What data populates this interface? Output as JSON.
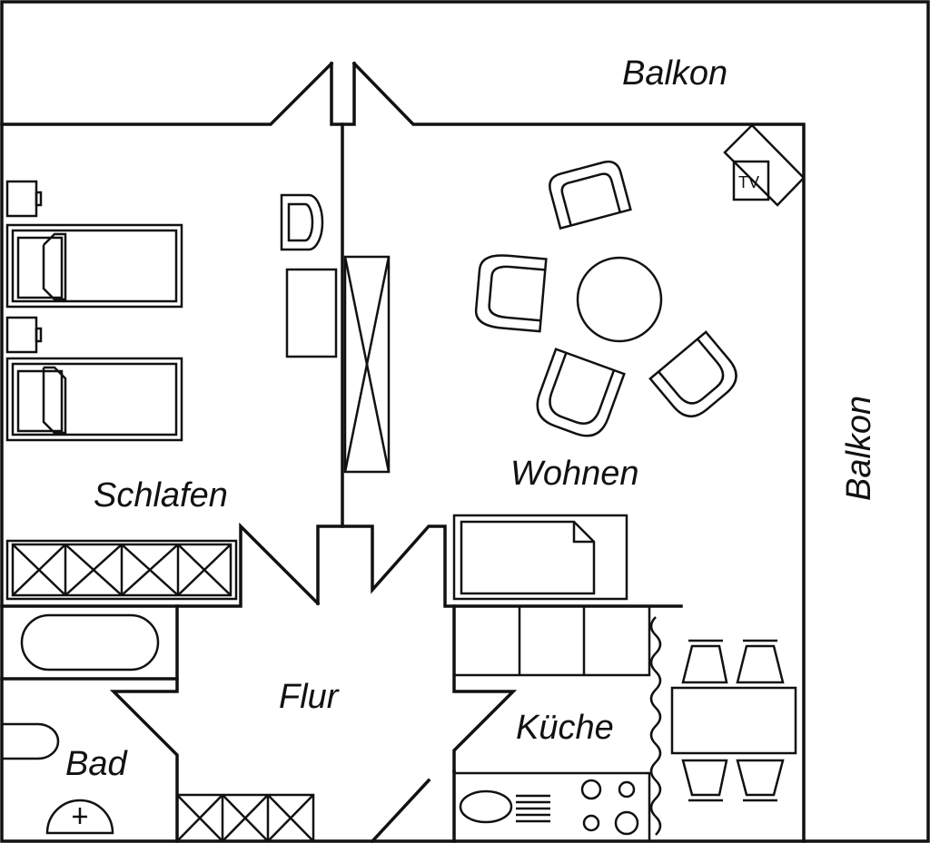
{
  "rooms": {
    "balcony_top": "Balkon",
    "balcony_right": "Balkon",
    "living": "Wohnen",
    "bedroom": "Schlafen",
    "hall": "Flur",
    "kitchen": "Küche",
    "bath": "Bad"
  },
  "appliances": {
    "tv": "TV"
  },
  "colors": {
    "line": "#111111",
    "background": "#ffffff"
  }
}
